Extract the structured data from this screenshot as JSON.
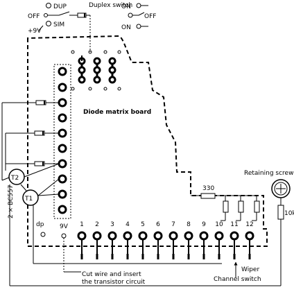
{
  "labels": {
    "dup": "DUP",
    "sim": "SIM",
    "duplex_switch": "Duplex switch",
    "off_left": "OFF",
    "on_top": "ON",
    "on_mid": "ON",
    "off_right": "OFF",
    "plus9v": "+9V",
    "diode_board": "Diode matrix board",
    "t2": "T2",
    "t1": "T1",
    "bc557": "2 × BC557",
    "dp": "dp",
    "nine_v": "9V",
    "r330": "330",
    "r10k": "10k",
    "retaining_screw": "Retaining screw",
    "wiper": "Wiper",
    "channel_switch": "Channel switch",
    "cut_wire_1": "Cut wire and insert",
    "cut_wire_2": "the transistor circuit"
  },
  "channel_numbers": [
    "1",
    "2",
    "3",
    "4",
    "5",
    "6",
    "7",
    "8",
    "9",
    "10",
    "11",
    "12"
  ]
}
